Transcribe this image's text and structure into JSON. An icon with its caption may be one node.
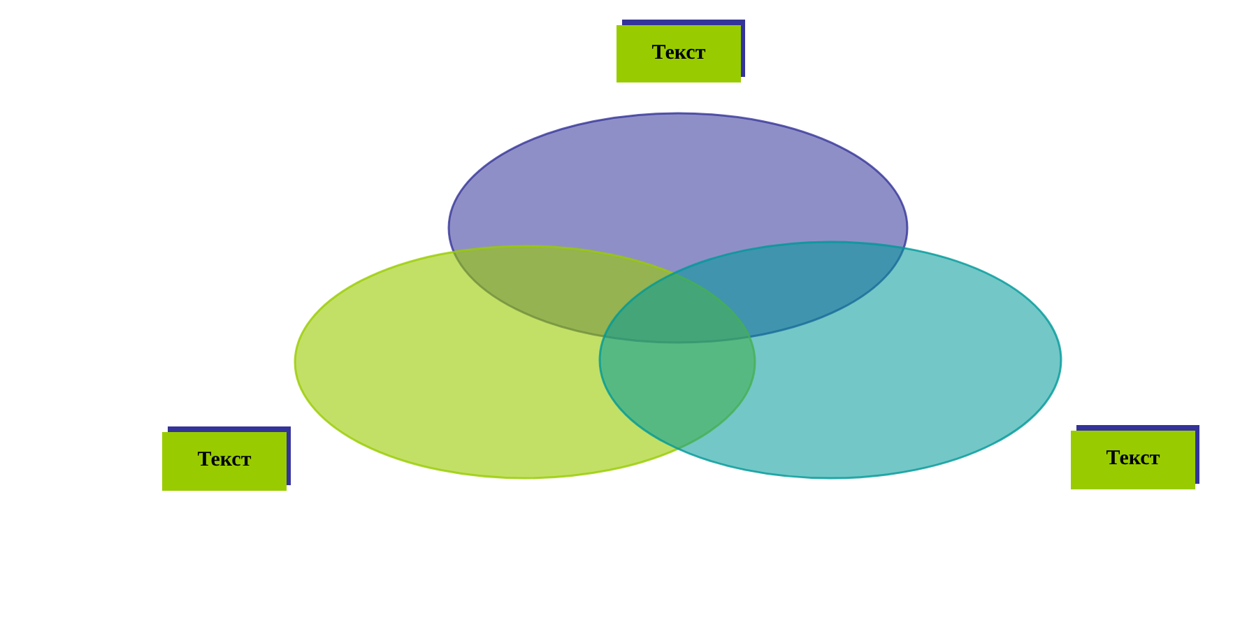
{
  "diagram": {
    "nodes": [
      {
        "text": [
          "Текст"
        ]
      },
      {
        "text": [],
        "shape": "ellipse"
      },
      {
        "text": [],
        "shape": "ellipse"
      },
      {
        "text": [],
        "shape": "ellipse"
      },
      {
        "text": [
          "Текст"
        ]
      },
      {
        "text": [
          "Текст"
        ]
      }
    ]
  }
}
